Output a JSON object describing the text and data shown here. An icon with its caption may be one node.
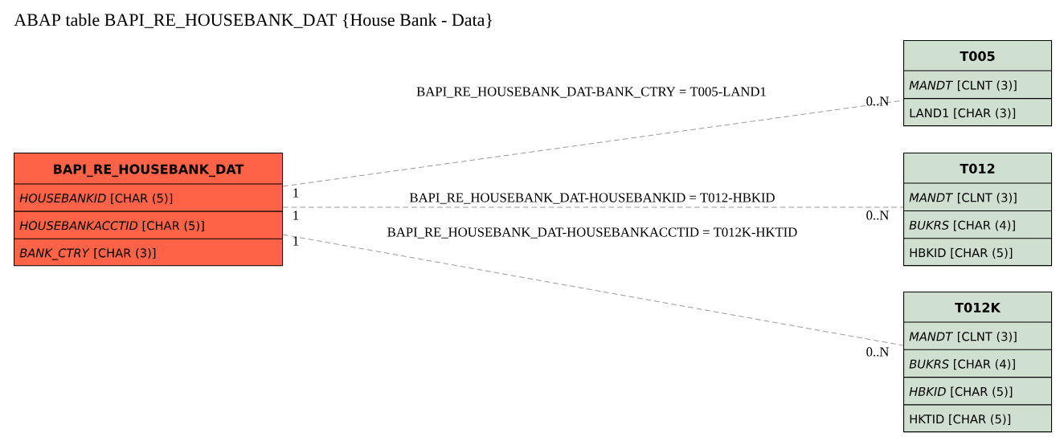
{
  "diagram": {
    "title": "ABAP table BAPI_RE_HOUSEBANK_DAT {House Bank - Data}",
    "nodes": [
      {
        "text": [
          "BAPI_RE_HOUSEBANK_DAT",
          "*HOUSEBANKID* [CHAR (5)]",
          "*HOUSEBANKACCTID* [CHAR (5)]",
          "*BANK_CTRY* [CHAR (3)]"
        ]
      },
      {
        "text": [
          "T005",
          "*MANDT* [CLNT (3)]",
          "LAND1 [CHAR (3)]"
        ]
      },
      {
        "text": [
          "T012",
          "*MANDT* [CLNT (3)]",
          "*BUKRS* [CHAR (4)]",
          "HBKID [CHAR (5)]"
        ]
      },
      {
        "text": [
          "T012K",
          "*MANDT* [CLNT (3)]",
          "*BUKRS* [CHAR (4)]",
          "*HBKID* [CHAR (5)]",
          "HKTID [CHAR (5)]"
        ]
      }
    ],
    "edges": [
      {
        "from": 0,
        "to": 1,
        "arrow": "none",
        "style": "dashed",
        "label": "BAPI_RE_HOUSEBANK_DAT-BANK_CTRY = T005-LAND1"
      },
      {
        "from": 0,
        "to": 2,
        "arrow": "none",
        "style": "dashed",
        "label": "BAPI_RE_HOUSEBANK_DAT-HOUSEBANKID = T012-HBKID"
      },
      {
        "from": 0,
        "to": 3,
        "arrow": "none",
        "style": "dashed",
        "label": "BAPI_RE_HOUSEBANK_DAT-HOUSEBANKACCTID = T012K-HKTID"
      }
    ],
    "labels": [
      "0..N",
      "1",
      "1",
      "0..N",
      "1",
      "0..N"
    ]
  }
}
